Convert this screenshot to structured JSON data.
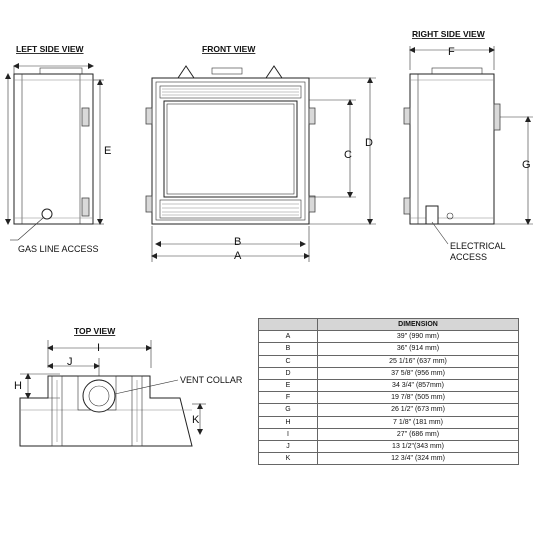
{
  "views": {
    "left_side": "LEFT SIDE VIEW",
    "front": "FRONT VIEW",
    "right_side": "RIGHT SIDE VIEW",
    "top": "TOP VIEW"
  },
  "labels": {
    "A": "A",
    "B": "B",
    "C": "C",
    "D": "D",
    "E": "E",
    "F": "F",
    "G": "G",
    "H": "H",
    "I": "I",
    "J": "J",
    "K": "K"
  },
  "callouts": {
    "gas_line_access": "GAS LINE ACCESS",
    "electrical_line1": "ELECTRICAL",
    "electrical_line2": "ACCESS",
    "vent_collar": "VENT COLLAR"
  },
  "table": {
    "header": "DIMENSION",
    "rows": [
      {
        "letter": "A",
        "value": "39\" (990 mm)"
      },
      {
        "letter": "B",
        "value": "36\" (914 mm)"
      },
      {
        "letter": "C",
        "value": "25 1/16\" (637 mm)"
      },
      {
        "letter": "D",
        "value": "37 5/8\" (956 mm)"
      },
      {
        "letter": "E",
        "value": "34 3/4\" (857mm)"
      },
      {
        "letter": "F",
        "value": "19 7/8\" (505 mm)"
      },
      {
        "letter": "G",
        "value": "26 1/2\" (673 mm)"
      },
      {
        "letter": "H",
        "value": "7 1/8\" (181 mm)"
      },
      {
        "letter": "I",
        "value": "27\" (686 mm)"
      },
      {
        "letter": "J",
        "value": "13 1/2\"(343 mm)"
      },
      {
        "letter": "K",
        "value": "12 3/4\" (324 mm)"
      }
    ]
  }
}
